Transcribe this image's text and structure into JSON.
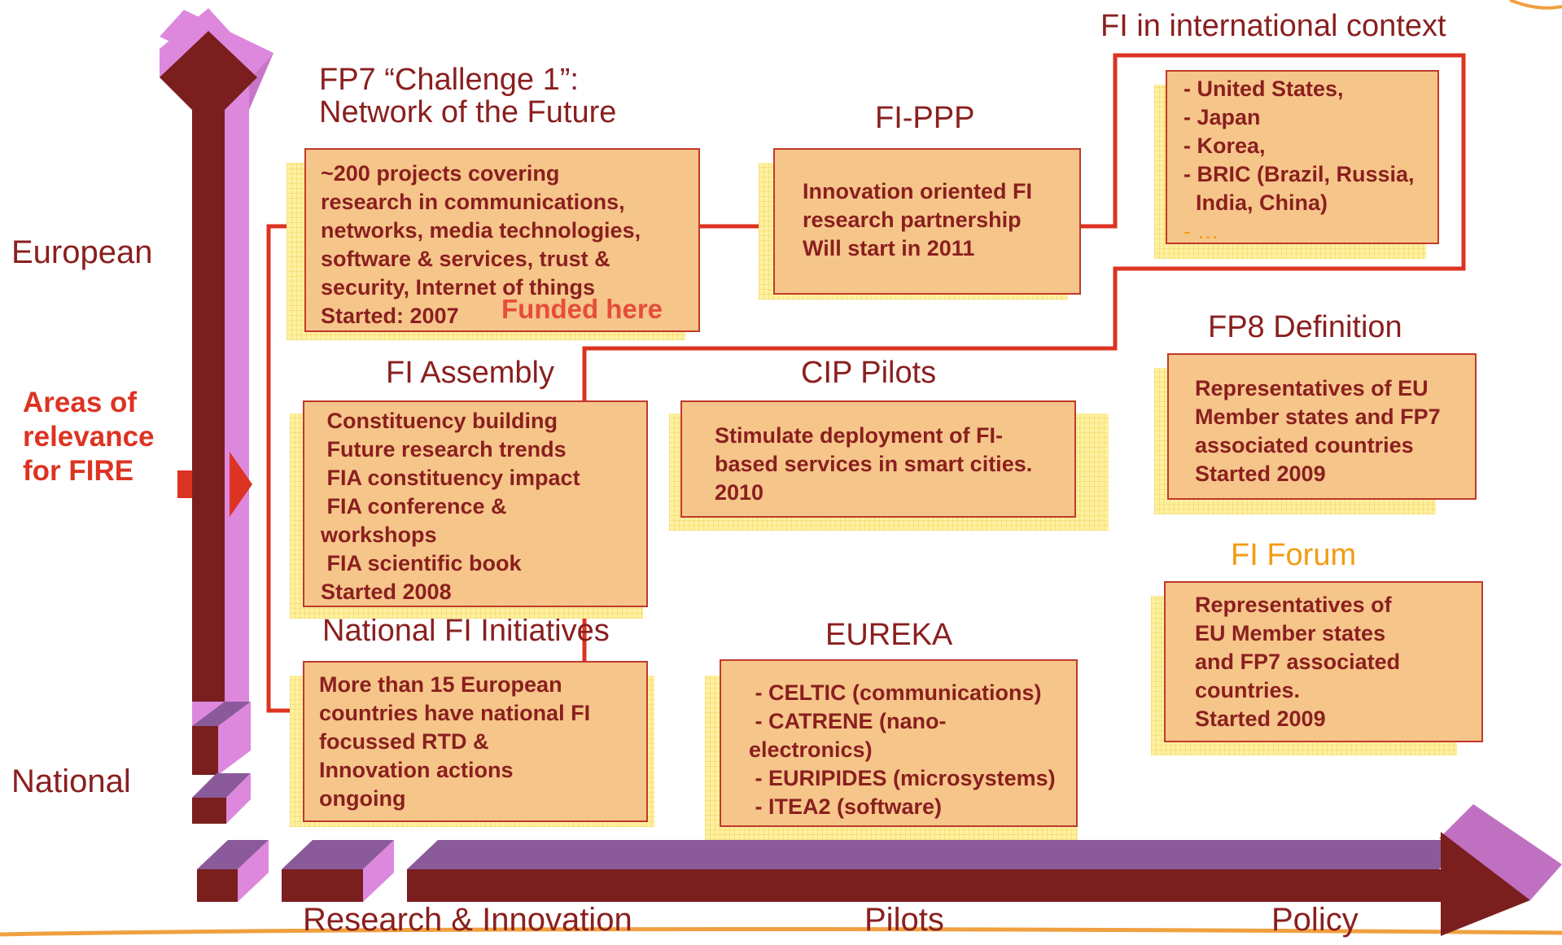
{
  "axis": {
    "y_top": "European",
    "y_bottom": "National",
    "x_labels": [
      "Research & Innovation",
      "Pilots",
      "Policy"
    ],
    "focus_label": [
      "Areas of",
      "relevance",
      "for FIRE"
    ]
  },
  "headings": {
    "fp7": [
      "FP7 “Challenge 1”:",
      "Network of the Future"
    ],
    "fippp": "FI-PPP",
    "intl": "FI in international context",
    "assembly": "FI Assembly",
    "cip": "CIP Pilots",
    "fp8": "FP8 Definition",
    "forum": "FI Forum",
    "national": "National FI Initiatives",
    "eureka": "EUREKA"
  },
  "boxes": {
    "fp7": {
      "lines": [
        "~200 projects covering",
        "research in communications,",
        "networks, media technologies,",
        "software & services, trust &",
        "security, Internet of things",
        "Started: 2007"
      ],
      "funded": "Funded here"
    },
    "fippp": {
      "lines": [
        "Innovation oriented FI",
        "research partnership",
        "Will start in 2011"
      ]
    },
    "intl": {
      "lines": [
        "- United States,",
        "- Japan",
        "- Korea,",
        "- BRIC (Brazil, Russia,",
        "  India, China)",
        "- …"
      ]
    },
    "assembly": {
      "lines": [
        " Constituency building",
        " Future research trends",
        " FIA constituency impact",
        " FIA conference &",
        "workshops",
        " FIA scientific book",
        "Started 2008"
      ]
    },
    "cip": {
      "lines": [
        "Stimulate deployment of FI-",
        "based services in smart cities.",
        "2010"
      ]
    },
    "fp8": {
      "lines": [
        "Representatives of EU",
        "Member states and FP7",
        "associated countries",
        "Started 2009"
      ]
    },
    "forum": {
      "lines": [
        "Representatives of",
        "EU Member states",
        "and FP7 associated",
        "countries.",
        "Started 2009"
      ]
    },
    "national": {
      "lines": [
        "More than 15 European",
        "countries have national FI",
        "focussed RTD &",
        "Innovation actions",
        "ongoing"
      ]
    },
    "eureka": {
      "lines": [
        " - CELTIC (communications)",
        " - CATRENE (nano-",
        "electronics)",
        " - EURIPIDES (microsystems)",
        " - ITEA2 (software)"
      ]
    }
  },
  "colors": {
    "arrow_dark": "#7b1e1e",
    "arrow_face": "#8b5a9a",
    "arrow_side": "#dd88dd",
    "box_fill": "#f6c58a",
    "box_border": "#c0392b",
    "text": "#8a1f1f",
    "connector": "#dd3322",
    "highlight": "#f39c12"
  }
}
